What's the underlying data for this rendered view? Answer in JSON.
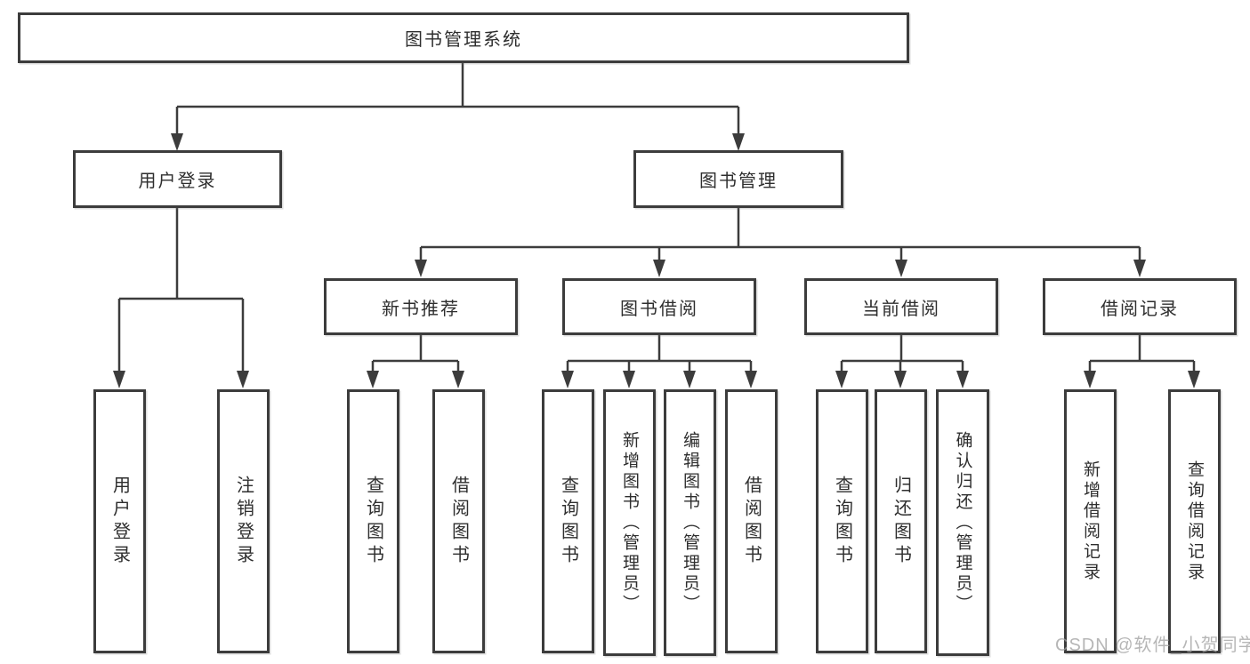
{
  "tree": {
    "label": "图书管理系统",
    "children": [
      {
        "label": "用户登录",
        "children": [
          {
            "label": "用户登录"
          },
          {
            "label": "注销登录"
          }
        ]
      },
      {
        "label": "图书管理",
        "children": [
          {
            "label": "新书推荐",
            "children": [
              {
                "label": "查询图书"
              },
              {
                "label": "借阅图书"
              }
            ]
          },
          {
            "label": "图书借阅",
            "children": [
              {
                "label": "查询图书"
              },
              {
                "label": "新增图书（管理员）"
              },
              {
                "label": "编辑图书（管理员）"
              },
              {
                "label": "借阅图书"
              }
            ]
          },
          {
            "label": "当前借阅",
            "children": [
              {
                "label": "查询图书"
              },
              {
                "label": "归还图书"
              },
              {
                "label": "确认归还（管理员）"
              }
            ]
          },
          {
            "label": "借阅记录",
            "children": [
              {
                "label": "新增借阅记录"
              },
              {
                "label": "查询借阅记录"
              }
            ]
          }
        ]
      }
    ]
  },
  "watermark": {
    "text": "CSDN @软件_小贺同学"
  },
  "colors": {
    "line": "#3c3c3c",
    "text": "#2e2e2e",
    "background": "#ffffff",
    "watermark": "#9e9e9e"
  }
}
